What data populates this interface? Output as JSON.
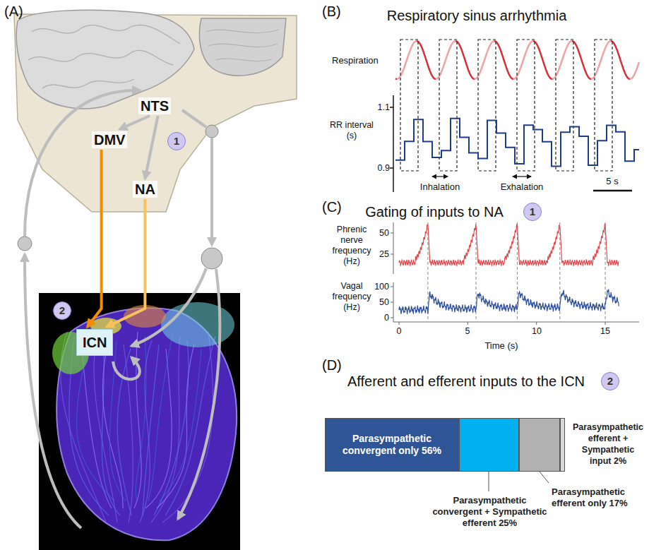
{
  "diagram": {
    "nodes": [
      {
        "text": [
          "NTS"
        ]
      },
      {
        "text": [
          "DMV"
        ]
      },
      {
        "text": [
          "NA"
        ]
      },
      {
        "text": [
          "ICN"
        ]
      },
      {
        "text": [
          "Parasympathetic convergent only 56%"
        ]
      },
      {
        "text": [
          "Parasympathetic convergent + Sympathetic efferent 25%"
        ]
      },
      {
        "text": [
          "Parasympathetic efferent only 17%"
        ]
      },
      {
        "text": [
          "Parasympathetic efferent + Sympathetic input 2%"
        ]
      }
    ],
    "edges": [
      {
        "from": 0,
        "to": 1,
        "arrow": "to"
      },
      {
        "from": 0,
        "to": 2,
        "arrow": "to"
      },
      {
        "from": 1,
        "to": 3,
        "arrow": "to"
      },
      {
        "from": 2,
        "to": 3,
        "arrow": "to"
      }
    ],
    "labels": [
      "(A)",
      "1",
      "2",
      "(B)",
      "Respiratory sinus arrhythmia",
      "Respiration",
      "RR interval (s)",
      "1.1",
      "0.9",
      "Inhalation",
      "Exhalation",
      "5 s",
      "(C)",
      "Gating of inputs to NA",
      "1",
      "Phrenic nerve frequency (Hz)",
      "50",
      "25",
      "Vagal frequency (Hz)",
      "100",
      "50",
      "0",
      "0",
      "5",
      "10",
      "15",
      "Time (s)",
      "(D)",
      "Afferent and efferent inputs to the ICN",
      "2"
    ]
  }
}
